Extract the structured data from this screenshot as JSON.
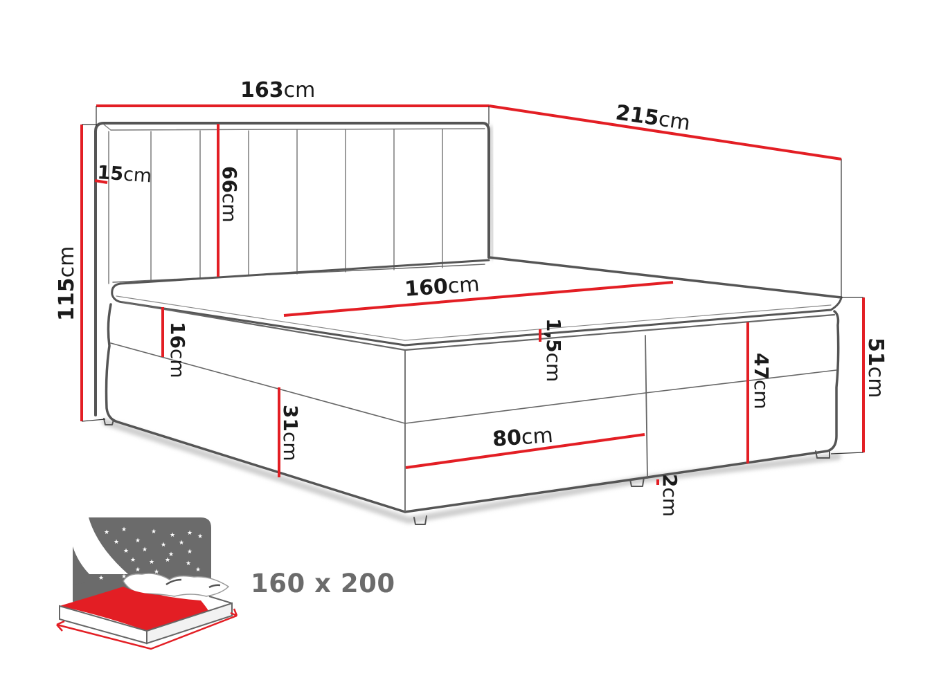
{
  "title": "Boxspring bed dimensions diagram",
  "colors": {
    "dimension_line": "#e31e24",
    "outline": "#555555",
    "text": "#1a1a1a",
    "icon_gray": "#6b6b6b",
    "icon_red": "#e31e24"
  },
  "dimensions": {
    "total_width": {
      "value": "163",
      "unit": "cm"
    },
    "total_length": {
      "value": "215",
      "unit": "cm"
    },
    "total_height": {
      "value": "115",
      "unit": "cm"
    },
    "headboard_thickness": {
      "value": "15",
      "unit": "cm"
    },
    "headboard_visible_height": {
      "value": "66",
      "unit": "cm"
    },
    "mattress_width": {
      "value": "160",
      "unit": "cm"
    },
    "topper_height": {
      "value": "16",
      "unit": "cm"
    },
    "topper_gap": {
      "value": "1,5",
      "unit": "cm"
    },
    "base_height": {
      "value": "31",
      "unit": "cm"
    },
    "drawer_width": {
      "value": "80",
      "unit": "cm"
    },
    "sleeping_height": {
      "value": "47",
      "unit": "cm"
    },
    "bed_height": {
      "value": "51",
      "unit": "cm"
    },
    "leg_height": {
      "value": "2",
      "unit": "cm"
    }
  },
  "mattress_size": {
    "label": "160 x 200",
    "icon": "bed-night-icon"
  }
}
